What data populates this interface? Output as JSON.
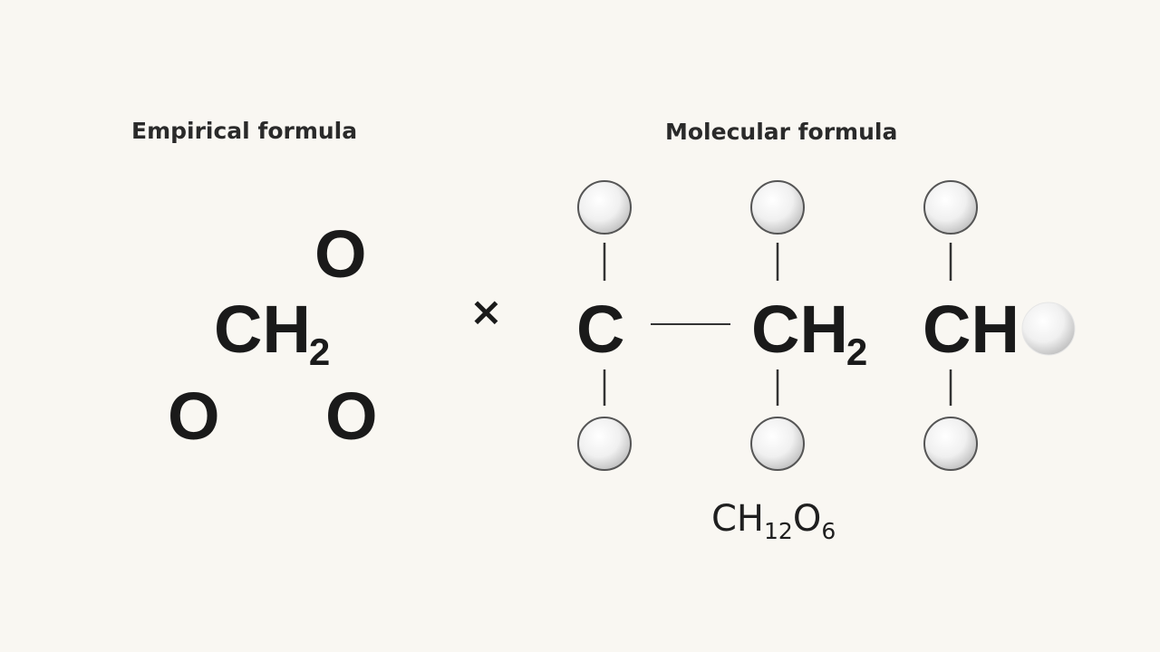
{
  "empirical": {
    "title": "Empirical formula",
    "carbon_group": "CH",
    "carbon_group_sub": "2",
    "oxygen_top": "O",
    "oxygen_left": "O",
    "oxygen_right": "O"
  },
  "operator": "×",
  "molecular": {
    "title": "Molecular formula",
    "group_1": "C",
    "group_2": "CH",
    "group_2_sub": "2",
    "group_3": "CH",
    "formula": {
      "part_1": "CH",
      "sub_1": "12",
      "part_2": "O",
      "sub_2": "6"
    }
  },
  "colors": {
    "background": "#f9f7f2",
    "text": "#1a1a1a",
    "sphere_fill": "#ffffff",
    "sphere_outline": "#555555"
  }
}
